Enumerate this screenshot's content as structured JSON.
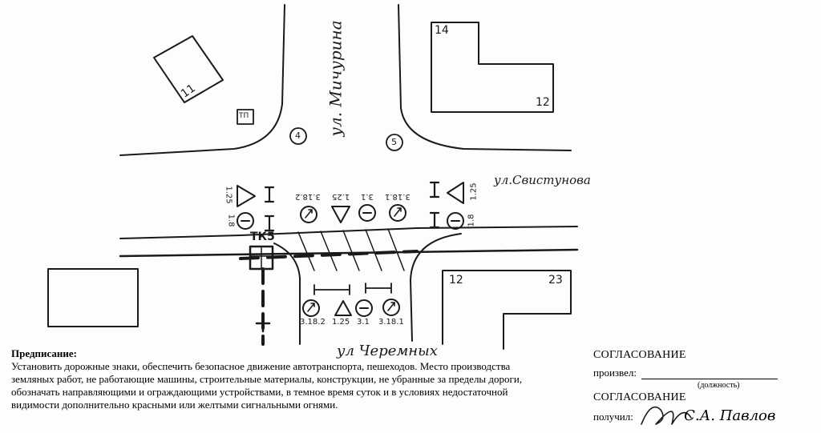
{
  "streets": {
    "michurina": "ул. Мичурина",
    "svistunova": "ул.Свистунова",
    "cheremnykh": "ул Черемных"
  },
  "buildings": {
    "b11": "11",
    "b14": "14",
    "b12_top": "12",
    "b12_bottom": "12",
    "b23": "23",
    "tp": "ТП"
  },
  "well_label": "ТК5",
  "sign_codes": {
    "left_triangle": "1.25",
    "left_circle": "1.8",
    "top_1": "3.18.2",
    "top_2": "1.25",
    "top_3": "3.1",
    "top_4": "3.18.1",
    "right_triangle": "1.25",
    "right_circle": "1.8",
    "bottom_1": "3.18.2",
    "bottom_2": "1.25",
    "bottom_3": "3.1",
    "bottom_4": "3.18.1"
  },
  "corner_marks": {
    "left": "4",
    "right": "5"
  },
  "instructions": {
    "title": "Предписание:",
    "text": "Установить дорожные знаки, обеспечить безопасное движение автотранспорта, пешеходов. Место производства земляных работ, не работающие машины, строительные материалы, конструкции, не убранные за пределы дороги, обозначать направляющими и ограждающими устройствами, в темное время суток и в условиях недостаточной видимости  дополнительно красными или желтыми сигнальными огнями."
  },
  "approval": {
    "title1": "СОГЛАСОВАНИЕ",
    "produced_label": "произвел:",
    "position_caption": "(должность)",
    "title2": "СОГЛАСОВАНИЕ",
    "received_label": "получил:",
    "signature": "С.А. Павлов"
  }
}
